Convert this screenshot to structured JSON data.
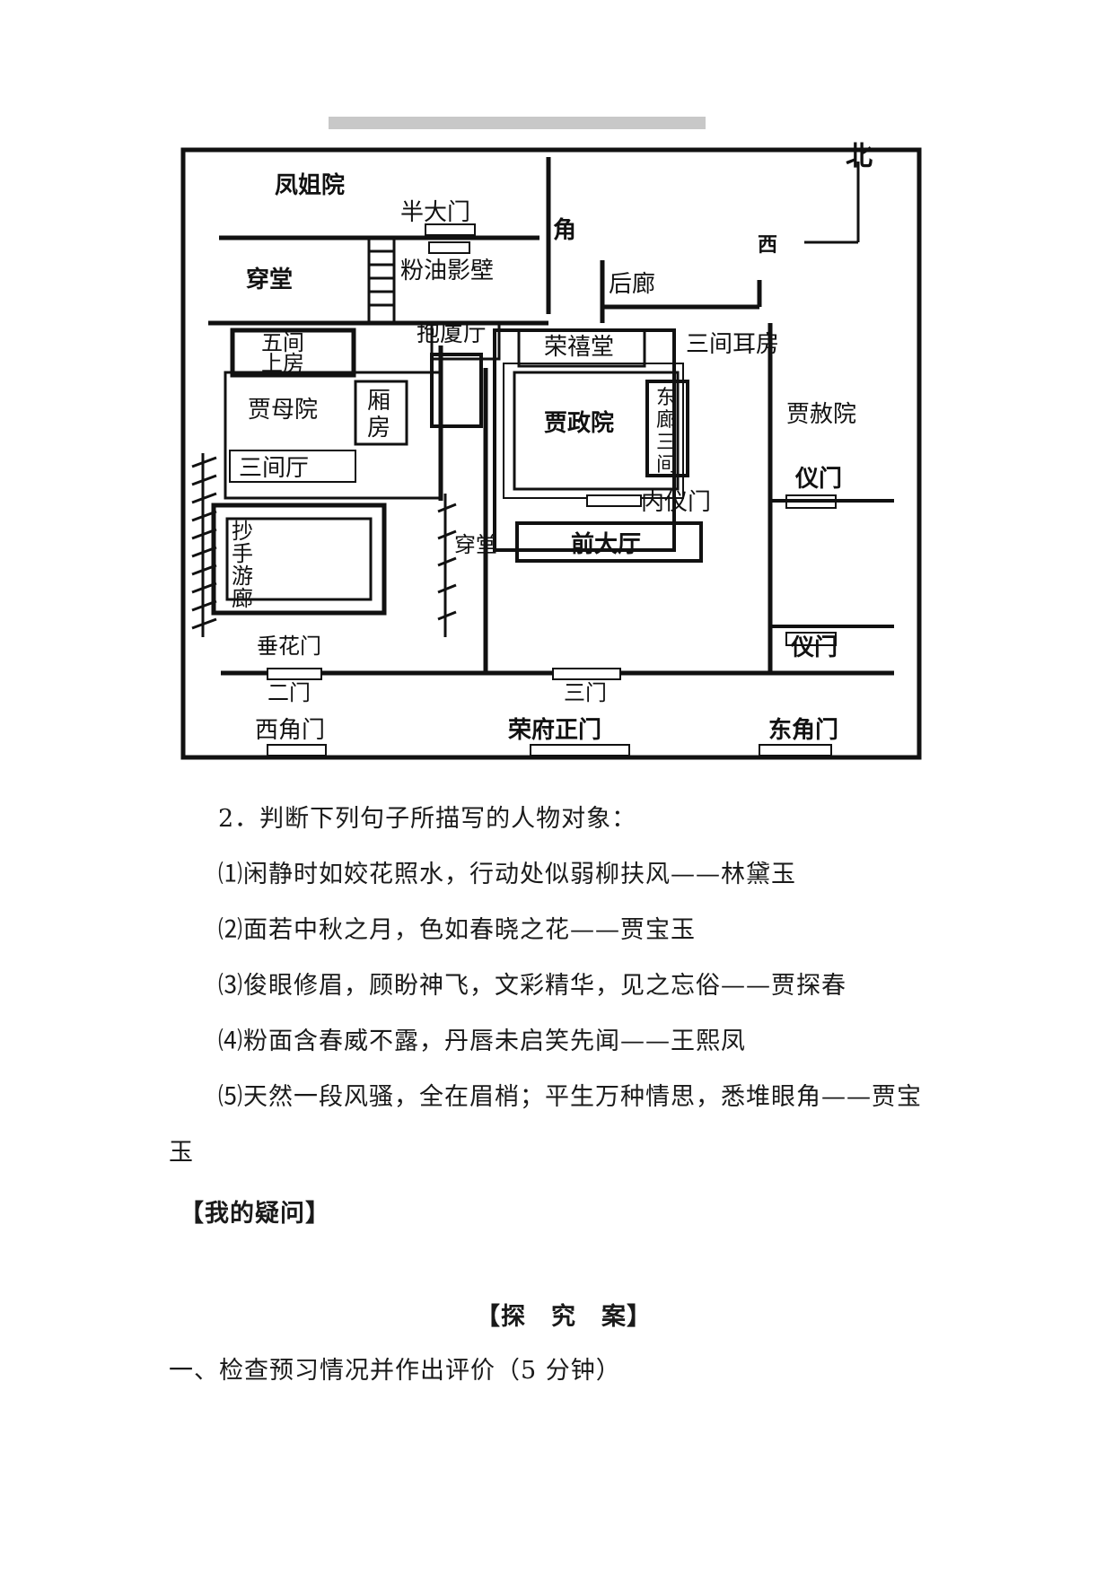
{
  "map": {
    "north": "北",
    "west": "西",
    "labels": {
      "fengjie": "凤姐院",
      "banda": "半大门",
      "jiao": "角",
      "fenyou": "粉油影壁",
      "houlang": "后廊",
      "chuantang_w": "穿堂",
      "wujian1": "五间",
      "wujian2": "上房",
      "baosha": "抱厦厅",
      "rongxi": "荣禧堂",
      "sanjian_er": "三间耳房",
      "jiamu": "贾母院",
      "xiang1": "厢",
      "xiang2": "房",
      "jiazheng": "贾政院",
      "dong1": "东",
      "dong2": "廊",
      "dong3": "三",
      "dong4": "间",
      "jiashe": "贾赦院",
      "sanjian_ting": "三间厅",
      "yimen_top": "仪门",
      "neiyi": "内仪门",
      "chao1": "抄",
      "chao2": "手",
      "chao3": "游",
      "chao4": "廊",
      "chuantang_m": "穿堂",
      "dating": "前大厅",
      "chuihua": "垂花门",
      "yimen_bottom": "仪门",
      "ermen": "二门",
      "sanmen": "三门",
      "xijiao": "西角门",
      "rongfu": "荣府正门",
      "dongjiao": "东角门"
    }
  },
  "text": {
    "q2": "2．判断下列句子所描写的人物对象：",
    "s1": "⑴闲静时如姣花照水，行动处似弱柳扶风——林黛玉",
    "s2": "⑵面若中秋之月，色如春晓之花——贾宝玉",
    "s3": "⑶俊眼修眉，顾盼神飞，文彩精华，见之忘俗——贾探春",
    "s4": "⑷粉面含春威不露，丹唇未启笑先闻——王熙凤",
    "s5a": "⑸天然一段风骚，全在眉梢；平生万种情思，悉堆眼角——贾宝",
    "s5b": "玉",
    "doubt": "【我的疑问】",
    "tanjiu": "【探　究　案】",
    "section1": "一、检查预习情况并作出评价（5 分钟）"
  }
}
